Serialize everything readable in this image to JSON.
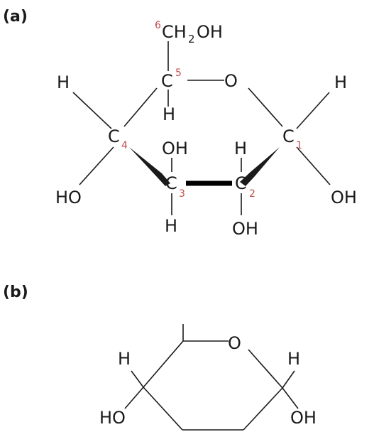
{
  "colors": {
    "ink": "#1a1a1a",
    "carbon_number": "#c0504d",
    "background": "#ffffff"
  },
  "panel_a": {
    "label": "(a)",
    "c6_group": "CH",
    "c6_subscript": "2",
    "c6_oh": "OH",
    "ring_oxygen": "O",
    "carbon": "C",
    "carbon_numbers": {
      "c1": "1",
      "c2": "2",
      "c3": "3",
      "c4": "4",
      "c5": "5",
      "c6": "6"
    },
    "substituents": {
      "c1_top": "H",
      "c1_bottom": "OH",
      "c2_top": "H",
      "c2_bottom": "OH",
      "c3_top": "OH",
      "c3_bottom": "H",
      "c4_top": "H",
      "c4_bottom": "HO",
      "c5_bottom": "H"
    }
  },
  "panel_b": {
    "label": "(b)",
    "ring_oxygen": "O",
    "substituents": {
      "left_top": "H",
      "left_bottom": "HO",
      "right_top": "H",
      "right_bottom": "OH"
    }
  }
}
